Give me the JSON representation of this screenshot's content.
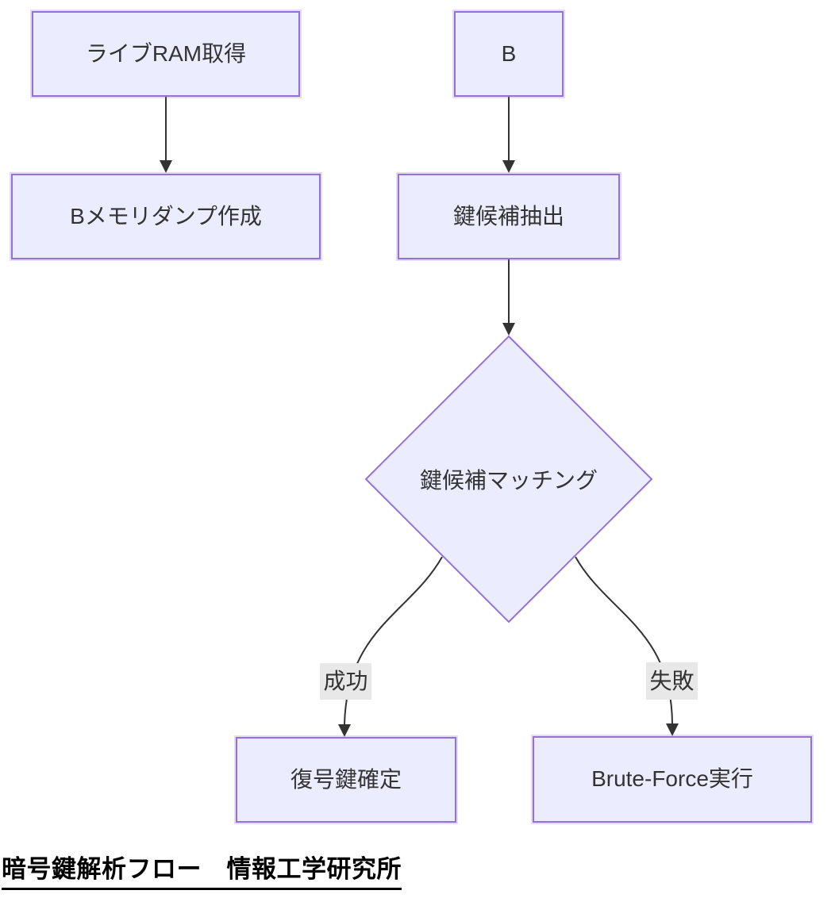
{
  "diagram": {
    "type": "flowchart",
    "direction": "top-down",
    "nodes": [
      {
        "id": "live-ram",
        "label": "ライブRAM取得",
        "shape": "rect"
      },
      {
        "id": "b",
        "label": "B",
        "shape": "rect"
      },
      {
        "id": "memory-dump",
        "label": "Bメモリダンプ作成",
        "shape": "rect"
      },
      {
        "id": "key-extract",
        "label": "鍵候補抽出",
        "shape": "rect"
      },
      {
        "id": "key-match",
        "label": "鍵候補マッチング",
        "shape": "diamond"
      },
      {
        "id": "decrypt-key",
        "label": "復号鍵確定",
        "shape": "rect"
      },
      {
        "id": "brute-force",
        "label": "Brute-Force実行",
        "shape": "rect"
      }
    ],
    "edges": [
      {
        "from": "live-ram",
        "to": "memory-dump",
        "label": ""
      },
      {
        "from": "b",
        "to": "key-extract",
        "label": ""
      },
      {
        "from": "key-extract",
        "to": "key-match",
        "label": ""
      },
      {
        "from": "key-match",
        "to": "decrypt-key",
        "label": "成功"
      },
      {
        "from": "key-match",
        "to": "brute-force",
        "label": "失敗"
      }
    ],
    "caption": "暗号鍵解析フロー　情報工学研究所",
    "colors": {
      "node_fill": "#ECECFF",
      "node_border": "#9370DB",
      "edge_stroke": "#333333",
      "edge_label_bg": "#e8e8e8",
      "node_text": "#333333",
      "caption_text": "#000000",
      "background": "#ffffff"
    }
  }
}
